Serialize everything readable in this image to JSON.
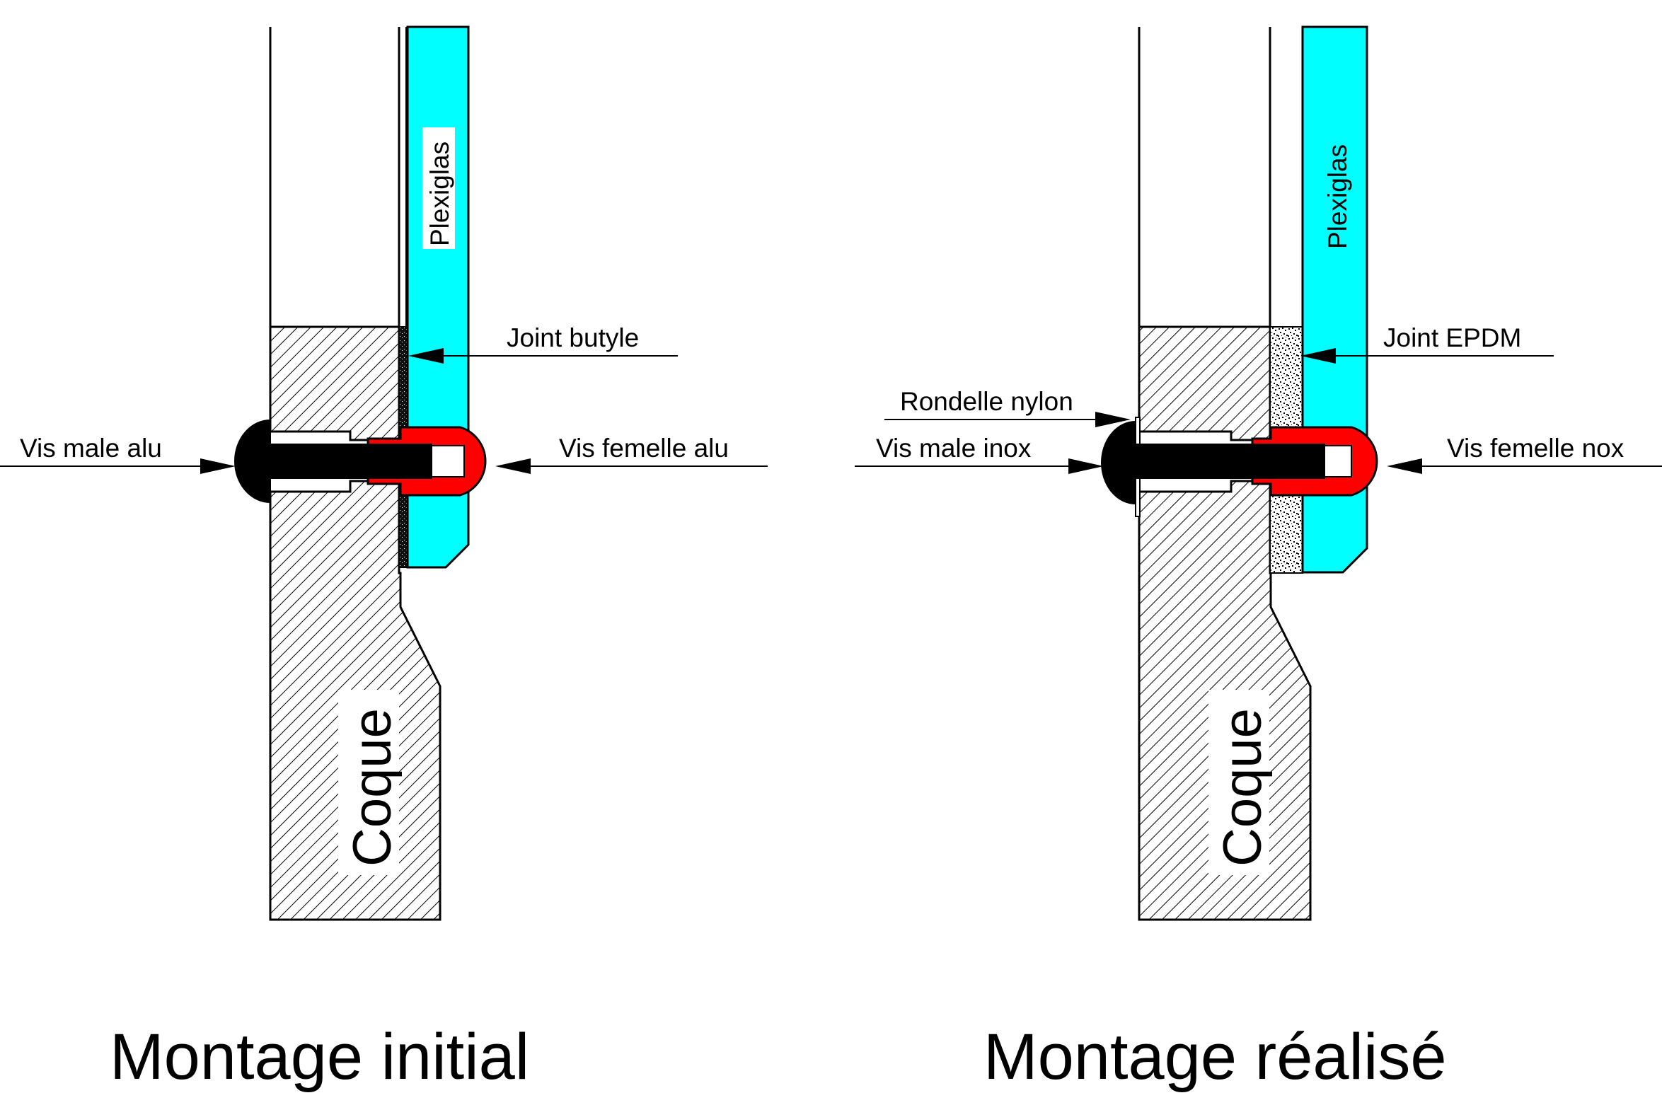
{
  "diagrams": [
    {
      "id": "initial",
      "title": "Montage initial",
      "hull_label": "Coque",
      "panel_label": "Plexiglas",
      "callouts": {
        "joint": "Joint butyle",
        "male_screw": "Vis male alu",
        "female_screw": "Vis femelle alu"
      }
    },
    {
      "id": "realise",
      "title": "Montage réalisé",
      "hull_label": "Coque",
      "panel_label": "Plexiglas",
      "callouts": {
        "joint": "Joint EPDM",
        "washer": "Rondelle nylon",
        "male_screw": "Vis male inox",
        "female_screw": "Vis femelle nox"
      }
    }
  ],
  "colors": {
    "plexiglas": "#00ffff",
    "female_screw": "#ff0000",
    "male_screw": "#000000",
    "outline": "#000000",
    "background": "#ffffff"
  }
}
